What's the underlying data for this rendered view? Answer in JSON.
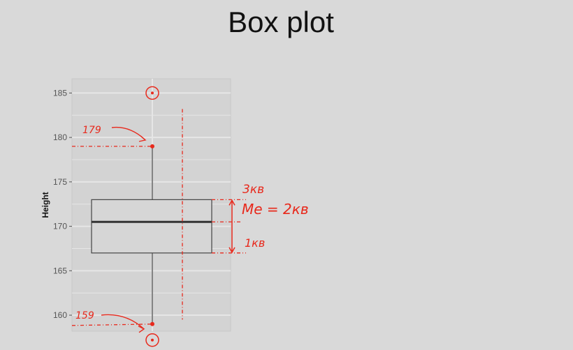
{
  "slide": {
    "title": "Box plot"
  },
  "colors": {
    "annotation": "#e8291c",
    "panel": "#d3d3d3",
    "grid": "#e6e6e6",
    "box_fill": "#d6d6d6",
    "box_stroke": "#444444"
  },
  "chart_data": {
    "type": "boxplot",
    "ylabel": "Height",
    "ylim": [
      158.2,
      186.6
    ],
    "yticks": [
      160,
      165,
      170,
      175,
      180,
      185
    ],
    "grid": true,
    "box": {
      "q1": 167,
      "median": 170.5,
      "q3": 173,
      "whisker_low": 159,
      "whisker_high": 179
    },
    "outliers": [
      185,
      157.2
    ],
    "annotations": {
      "upper_whisker": "179",
      "lower_whisker": "159",
      "q3": "3кв",
      "median": "Me = 2кв",
      "q1": "1кв"
    }
  }
}
